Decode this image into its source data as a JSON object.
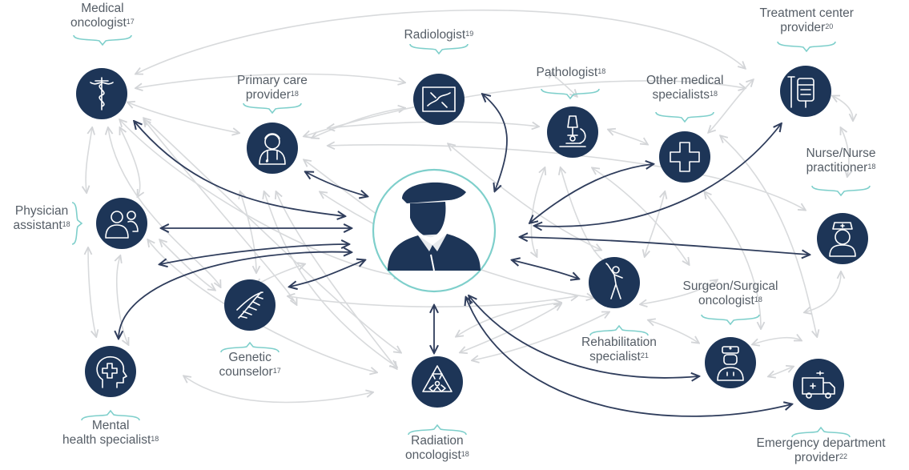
{
  "colors": {
    "navy": "#1d3557",
    "teal": "#7ecfcb",
    "gray_arrow": "#d8dadc",
    "dark_arrow": "#2f3d5c",
    "text": "#555d66"
  },
  "center": {
    "icon": "soldier-icon"
  },
  "nodes": [
    {
      "id": "medical-oncologist",
      "icon": "caduceus-icon",
      "lines": [
        "Medical",
        "oncologist"
      ],
      "ref": "17"
    },
    {
      "id": "radiologist",
      "icon": "xray-icon",
      "lines": [
        "Radiologist"
      ],
      "ref": "19"
    },
    {
      "id": "treatment-center",
      "icon": "iv-bag-icon",
      "lines": [
        "Treatment center",
        "provider"
      ],
      "ref": "20"
    },
    {
      "id": "primary-care",
      "icon": "doctor-icon",
      "lines": [
        "Primary care",
        "provider"
      ],
      "ref": "18"
    },
    {
      "id": "pathologist",
      "icon": "microscope-icon",
      "lines": [
        "Pathologist"
      ],
      "ref": "18"
    },
    {
      "id": "other-specialists",
      "icon": "medical-cross-icon",
      "lines": [
        "Other medical",
        "specialists"
      ],
      "ref": "18"
    },
    {
      "id": "nurse",
      "icon": "nurse-icon",
      "lines": [
        "Nurse/Nurse",
        "practitioner"
      ],
      "ref": "18"
    },
    {
      "id": "physician-assistant",
      "icon": "care-team-icon",
      "lines": [
        "Physician",
        "assistant"
      ],
      "ref": "18"
    },
    {
      "id": "genetic-counselor",
      "icon": "dna-icon",
      "lines": [
        "Genetic",
        "counselor"
      ],
      "ref": "17"
    },
    {
      "id": "rehab",
      "icon": "stretching-person-icon",
      "lines": [
        "Rehabilitation",
        "specialist"
      ],
      "ref": "21"
    },
    {
      "id": "surgeon",
      "icon": "surgeon-icon",
      "lines": [
        "Surgeon/Surgical",
        "oncologist"
      ],
      "ref": "18"
    },
    {
      "id": "mental-health",
      "icon": "head-cross-icon",
      "lines": [
        "Mental",
        "health specialist"
      ],
      "ref": "18"
    },
    {
      "id": "radiation",
      "icon": "radiation-icon",
      "lines": [
        "Radiation",
        "oncologist"
      ],
      "ref": "18"
    },
    {
      "id": "emergency",
      "icon": "ambulance-icon",
      "lines": [
        "Emergency department",
        "provider"
      ],
      "ref": "22"
    }
  ]
}
